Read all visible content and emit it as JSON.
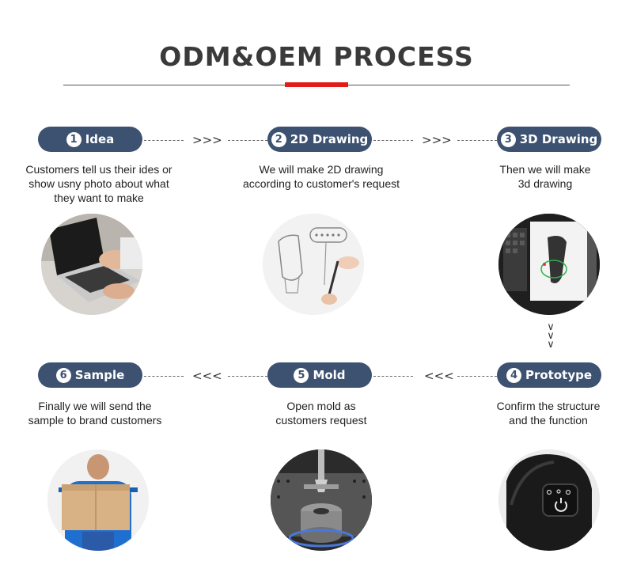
{
  "title": "ODM&OEM PROCESS",
  "accent_color": "#e21b1b",
  "pill_color": "#3d5171",
  "arrows": {
    "right": ">>>",
    "left": "<<<",
    "down": "∨"
  },
  "steps": [
    {
      "num": "1",
      "label": "Idea",
      "desc": [
        "Customers tell us their ides or",
        "show usny photo about what",
        "they want to make"
      ],
      "image": "laptop-typing-photo"
    },
    {
      "num": "2",
      "label": "2D Drawing",
      "desc": [
        "We will make 2D drawing",
        "according to customer's request"
      ],
      "image": "sketch-drawing-photo"
    },
    {
      "num": "3",
      "label": "3D Drawing",
      "desc": [
        "Then we will make",
        "3d drawing"
      ],
      "image": "3d-model-screen-photo"
    },
    {
      "num": "4",
      "label": "Prototype",
      "desc": [
        "Confirm the structure",
        "and the function"
      ],
      "image": "prototype-handle-photo"
    },
    {
      "num": "5",
      "label": "Mold",
      "desc": [
        "Open mold as",
        "customers request"
      ],
      "image": "mold-machine-photo"
    },
    {
      "num": "6",
      "label": "Sample",
      "desc": [
        "Finally we will send the",
        "sample to brand customers"
      ],
      "image": "courier-box-photo"
    }
  ]
}
